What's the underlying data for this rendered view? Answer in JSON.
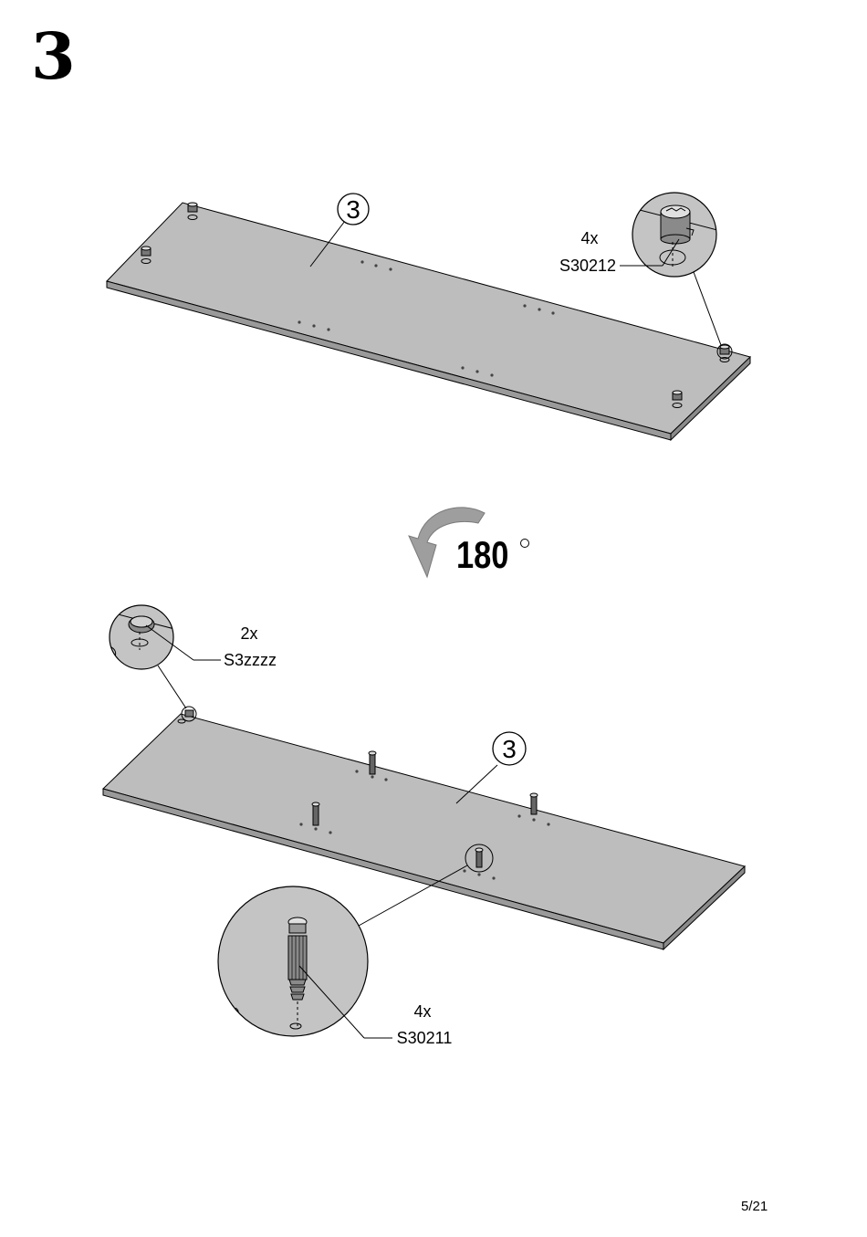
{
  "step": {
    "number": "3"
  },
  "rotation": {
    "text": "180"
  },
  "callouts": {
    "top": {
      "quantity": "4x",
      "code": "S30212"
    },
    "middle": {
      "quantity": "2x",
      "code": "S3zzzz"
    },
    "bottom": {
      "quantity": "4x",
      "code": "S30211"
    }
  },
  "panel_top": {
    "label": "3"
  },
  "panel_bottom": {
    "label": "3"
  },
  "footer": {
    "page": "5/21"
  },
  "colors": {
    "panel": "#bdbdbd",
    "edge": "#9a9a9a",
    "detail_bg": "#c4c4c4",
    "arrow": "#9e9e9e"
  }
}
